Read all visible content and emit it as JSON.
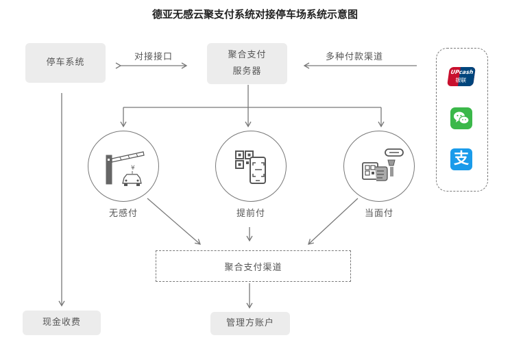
{
  "title": "德亚无感云聚支付系统对接停车场系统示意图",
  "nodes": {
    "parking_system": "停车系统",
    "aggregate_server_line1": "聚合支付",
    "aggregate_server_line2": "服务器",
    "cash_payment": "现金收费",
    "aggregate_channel": "聚合支付渠道",
    "admin_account": "管理方账户"
  },
  "edges": {
    "interface": "对接接口",
    "channels": "多种付款渠道"
  },
  "methods": {
    "senseless": "无感付",
    "prepay": "提前付",
    "facetoface": "当面付"
  },
  "icons": {
    "unionpay_top": "UPcash",
    "unionpay_bottom": "银联",
    "alipay_char": "支",
    "yen": "¥"
  },
  "colors": {
    "unionpay_red": "#c8102e",
    "unionpay_blue": "#00457c",
    "wechat_green": "#3bb84a",
    "alipay_blue": "#1a9bea",
    "line": "#777777",
    "box": "#ececec"
  }
}
